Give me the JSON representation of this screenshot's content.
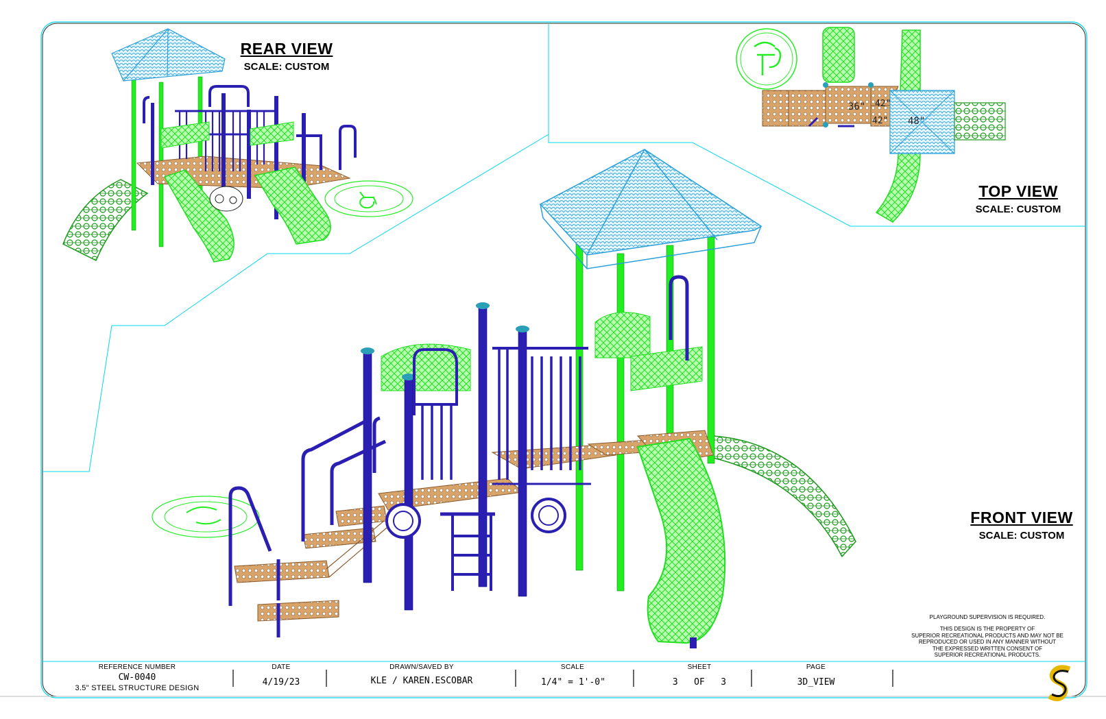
{
  "views": {
    "rear": {
      "title": "REAR VIEW",
      "scale": "SCALE: CUSTOM"
    },
    "top": {
      "title": "TOP VIEW",
      "scale": "SCALE: CUSTOM"
    },
    "front": {
      "title": "FRONT VIEW",
      "scale": "SCALE: CUSTOM"
    }
  },
  "top_view_labels": {
    "deck1": "36\"",
    "deck2": "42\"",
    "deck3": "42\"",
    "deck4": "48\""
  },
  "notes": {
    "supervision": "PLAYGROUND SUPERVISION IS REQUIRED.",
    "property_lines": [
      "THIS DESIGN IS THE PROPERTY OF",
      "SUPERIOR RECREATIONAL PRODUCTS AND MAY NOT BE",
      "REPRODUCED OR USED IN ANY MANNER WITHOUT",
      "THE EXPRESSED WRITTEN CONSENT OF",
      "SUPERIOR RECREATIONAL PRODUCTS."
    ]
  },
  "title_block": {
    "reference_label": "REFERENCE NUMBER",
    "reference_value": "CW-0040",
    "reference_desc": "3.5\" STEEL STRUCTURE DESIGN",
    "date_label": "DATE",
    "date_value": "4/19/23",
    "drawn_label": "DRAWN/SAVED BY",
    "drawn_value": "KLE / KAREN.ESCOBAR",
    "scale_label": "SCALE",
    "scale_value": "1/4\" = 1'-0\"",
    "sheet_label": "SHEET",
    "sheet_value": "3   OF   3",
    "page_label": "PAGE",
    "page_value": "3D_VIEW"
  },
  "colors": {
    "border": "#00d8ee",
    "green": "#22ee22",
    "blue": "#2a1fb0",
    "lightblue": "#5cc8f0",
    "teal": "#2a9fb8",
    "deck": "#c8905a",
    "darkgreen": "#1c9a1c"
  }
}
